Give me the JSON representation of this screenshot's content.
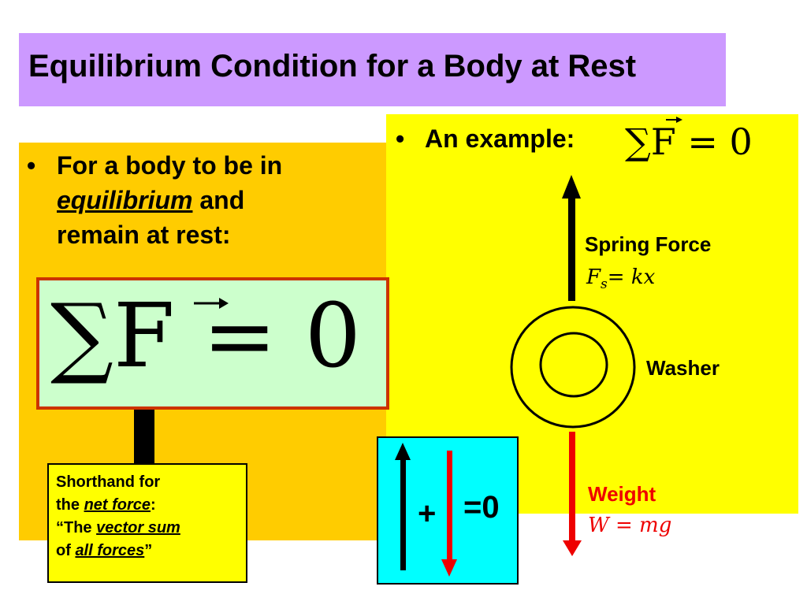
{
  "title": "Equilibrium Condition for a Body at Rest",
  "left": {
    "bullet": "•",
    "line1": "For a body to be in",
    "line2_em": "equilibrium",
    "line2_rest": " and",
    "line3": "remain at rest:",
    "formula": "∑F = 0"
  },
  "callout": {
    "line1": "Shorthand for",
    "line2_pre": "the ",
    "line2_em": "net force",
    "line2_post": ":",
    "line3_pre": "“The ",
    "line3_em": "vector sum",
    "line4_pre": "of ",
    "line4_em": "all forces",
    "line4_post": "”"
  },
  "right": {
    "bullet": "•",
    "example_label": "An example:",
    "formula": "∑F = 0",
    "spring_label": "Spring Force",
    "spring_formula_F": "F",
    "spring_formula_sub": "s",
    "spring_formula_rest": "= kx",
    "washer_label": "Washer",
    "weight_label": "Weight",
    "weight_formula": "W = mg"
  },
  "sum_box": {
    "plus": "+",
    "equals_zero": "=0"
  },
  "colors": {
    "title_bg": "#cc99ff",
    "left_bg": "#ffcc00",
    "right_bg": "#ffff00",
    "formula_bg": "#ccffcc",
    "formula_border": "#cc3300",
    "weight_red": "#ee0000",
    "cyan": "#00ffff"
  }
}
